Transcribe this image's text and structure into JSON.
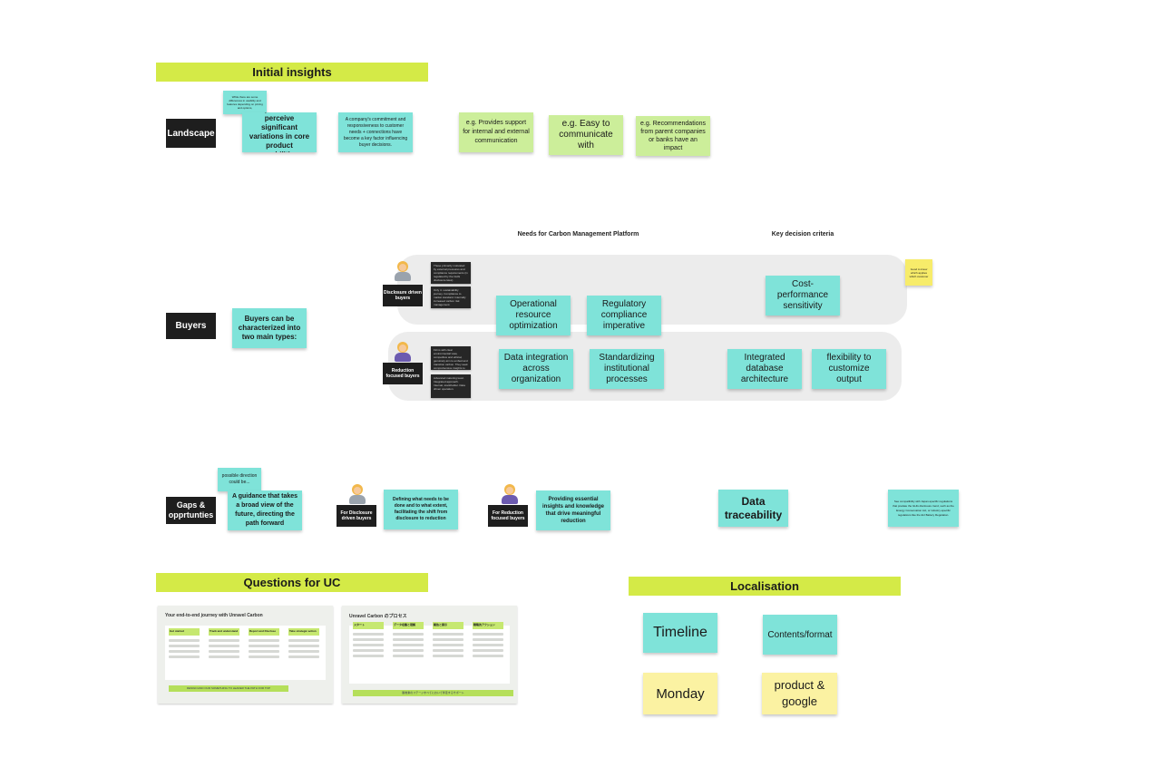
{
  "sections": {
    "initial_insights": "Initial insights",
    "questions_uc": "Questions for UC",
    "localisation": "Localisation"
  },
  "rows": {
    "landscape": "Landscape",
    "buyers": "Buyers",
    "gaps": "Gaps & opprtunties"
  },
  "landscape": {
    "small_note": "While there are some differences in usability and features depending on pricing and options,",
    "note1": "Buyers do not perceive significant variations in core product capabilities.",
    "note2": "A company's commitment and responsiveness to customer needs + connections have become a key factor influencing buyer decisions.",
    "ex1": "e.g. Provides support for internal and external communication",
    "ex2": "e.g. Easy to communicate with",
    "ex3": "e.g. Recommendations from parent companies or banks have an impact"
  },
  "buyers": {
    "header_needs": "Needs for Carbon Management Platform",
    "header_criteria": "Key decision criteria",
    "intro": "Buyers can be characterized into two main types:",
    "disclosure_label": "Disclosure driven buyers",
    "reduction_label": "Reduction focused buyers",
    "dd_note1": "These primarily motivated by external pressures and compliance requirements (in regulated by the GHG disclosure laws)",
    "dd_note2": "Only 4. sustainability journey. Compliance to market standard. Internally increased carbon risk management.",
    "rf_note1": "Firms with clear environmental view, competitive and ethical, genuinely aim to embed and transition carbon. They seek comprehensive insights to identify opportunities.",
    "rf_note2": "Advanced maturing level. Integrated approach. Internal, stockholder. Data driven operation.",
    "need1": "Operational resource optimization",
    "need2": "Regulatory compliance imperative",
    "need3": "Data integration across organization",
    "need4": "Standardizing institutional processes",
    "crit1": "Cost-performance sensitivity",
    "crit2": "Integrated database architecture",
    "crit3": "flexibility to customize output",
    "side_note": "Good to know which applies which customer"
  },
  "gaps": {
    "small_note": "possible direction could be...",
    "note1": "A guidance that takes a broad view of the future, directing the path forward",
    "disclosure_label": "For Disclosure driven buyers",
    "disclosure_note": "Defining what needs to be done and to what extent, facilitating the shift from disclosure to reduction",
    "reduction_label": "For Reduction focused buyers",
    "reduction_note": "Providing essential insights and knowledge that drive meaningful reduction",
    "traceability": "Data traceability",
    "compat_note": "See compatibility with Japan-specific regulations that predate the GHG disclosure trend, such as the Energy Conservation Act, or industry-specific regulations like the EU Battery Regulation."
  },
  "questions": {
    "thumb1": {
      "title": "Your end-to-end journey with Unravel Carbon",
      "cols": [
        "Get started",
        "Track and understand",
        "Report and Disclose",
        "Take strategic action"
      ],
      "footer": "DESIGN AND OUR SOMETHING TO LEADER THE PATH FOR TOP"
    },
    "thumb2": {
      "title": "Unravel Carbon のプロセス",
      "cols": [
        "スタート",
        "データ収集と理解",
        "報告と開示",
        "戦略的アクション"
      ],
      "footer": "脱炭素のステージすべてにおいて伴走するサポート"
    }
  },
  "localisation": {
    "timeline": "Timeline",
    "contents": "Contents/format",
    "monday": "Monday",
    "product": "product & google"
  },
  "colors": {
    "banner": "#d4ea47",
    "teal": "#7fe3d9",
    "lime": "#ccee9a",
    "yellow": "#fbf2a2",
    "tag": "#1e1e1e"
  }
}
